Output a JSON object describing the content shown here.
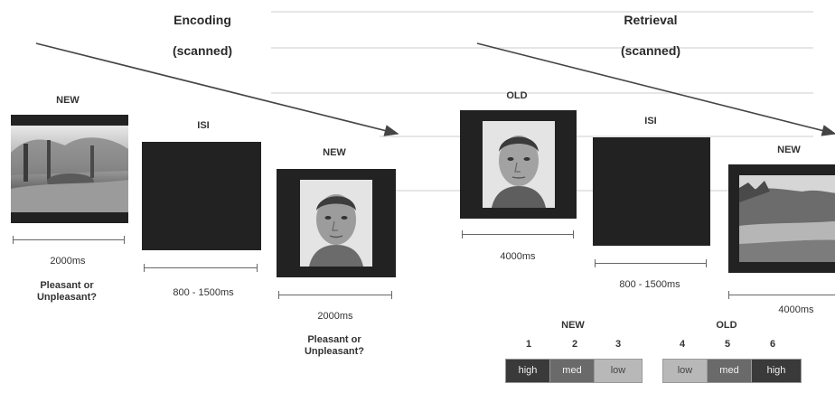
{
  "encoding": {
    "title": "Encoding",
    "subtitle": "(scanned)",
    "trials": [
      {
        "label": "NEW",
        "duration": "2000ms",
        "question": [
          "Pleasant or",
          "Unpleasant?"
        ]
      },
      {
        "label": "ISI",
        "duration": "800 - 1500ms"
      },
      {
        "label": "NEW",
        "duration": "2000ms",
        "question": [
          "Pleasant or",
          "Unpleasant?"
        ]
      }
    ]
  },
  "retrieval": {
    "title": "Retrieval",
    "subtitle": "(scanned)",
    "trials": [
      {
        "label": "OLD",
        "duration": "4000ms"
      },
      {
        "label": "ISI",
        "duration": "800 - 1500ms"
      },
      {
        "label": "NEW",
        "duration": "4000ms"
      }
    ]
  },
  "response_scale": {
    "new_label": "NEW",
    "old_label": "OLD",
    "options": [
      {
        "number": "1",
        "label": "high"
      },
      {
        "number": "2",
        "label": "med"
      },
      {
        "number": "3",
        "label": "low"
      },
      {
        "number": "4",
        "label": "low"
      },
      {
        "number": "5",
        "label": "med"
      },
      {
        "number": "6",
        "label": "high"
      }
    ]
  },
  "colors": {
    "frame": "#222222",
    "arrow": "#444444",
    "box_dark": "#3a3a3a",
    "box_mid": "#6a6a6a",
    "box_light": "#b8b8b8"
  }
}
